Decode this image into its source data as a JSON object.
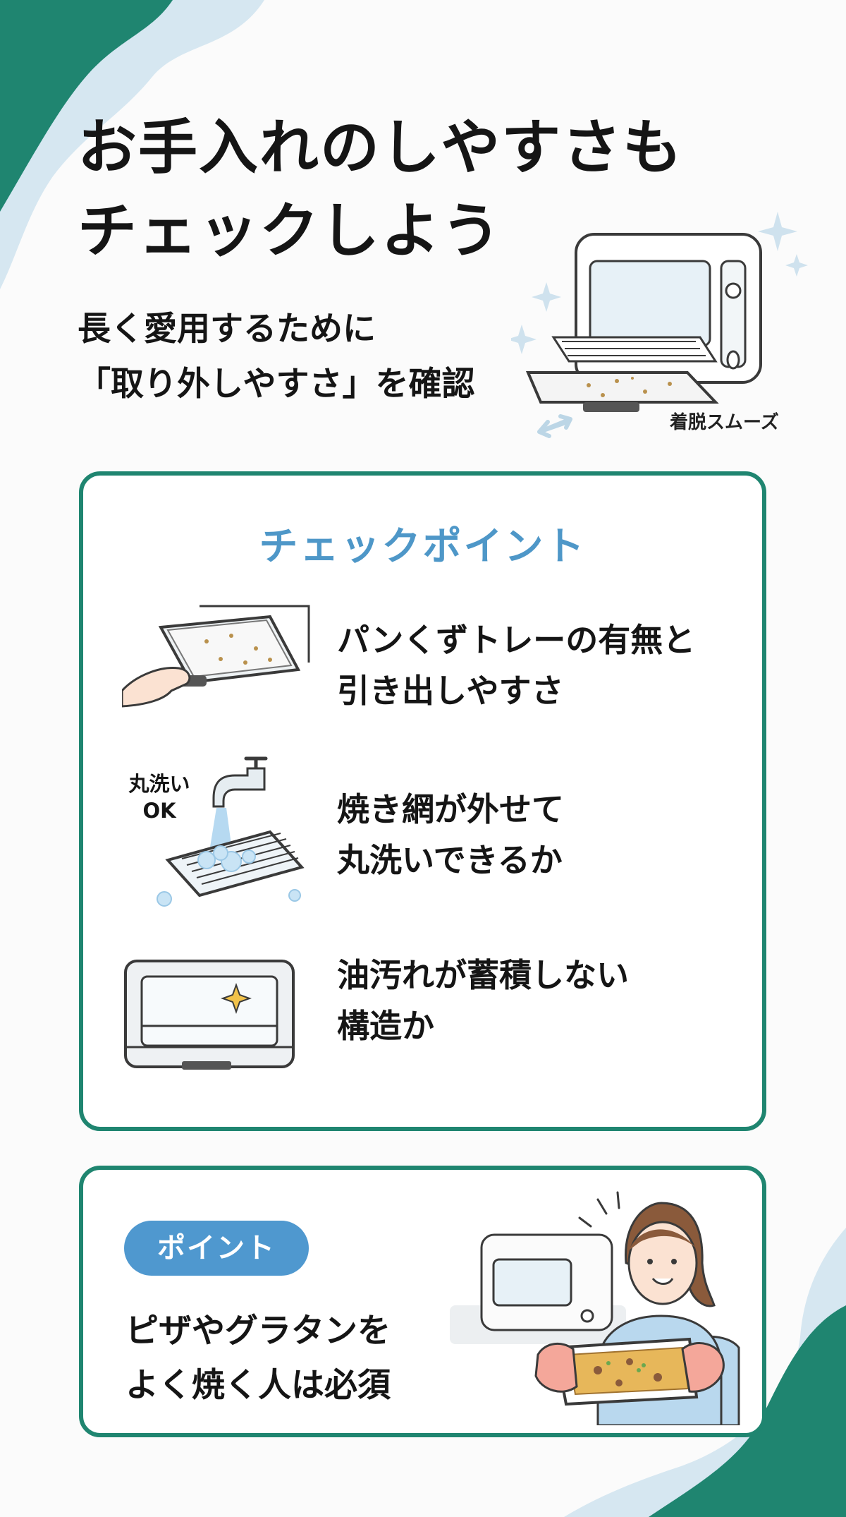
{
  "title_lines": [
    "お手入れのしやすさも",
    "チェックしよう"
  ],
  "subtitle_lines": [
    "長く愛用するために",
    "「取り外しやすさ」を確認"
  ],
  "hero": {
    "caption": "着脱スムーズ",
    "icons": [
      "toaster-oven-icon",
      "sparkle-icon",
      "swap-arrow-icon"
    ]
  },
  "check_card": {
    "heading": "チェックポイント",
    "items": [
      {
        "icon": "crumb-tray-icon",
        "lines": [
          "パンくずトレーの有無と",
          "引き出しやすさ"
        ]
      },
      {
        "icon": "faucet-rack-icon",
        "label_lines": [
          "丸洗い",
          "OK"
        ],
        "lines": [
          "焼き網が外せて",
          "丸洗いできるか"
        ]
      },
      {
        "icon": "clean-oven-icon",
        "lines": [
          "油汚れが蓄積しない",
          "構造か"
        ]
      }
    ]
  },
  "point_card": {
    "badge": "ポイント",
    "lines": [
      "ピザやグラタンを",
      "よく焼く人は必須"
    ],
    "icon": "woman-holding-gratin-icon"
  },
  "colors": {
    "accent_green": "#1f8570",
    "accent_blue": "#4f98cf",
    "light_blue": "#d6e7f1"
  }
}
